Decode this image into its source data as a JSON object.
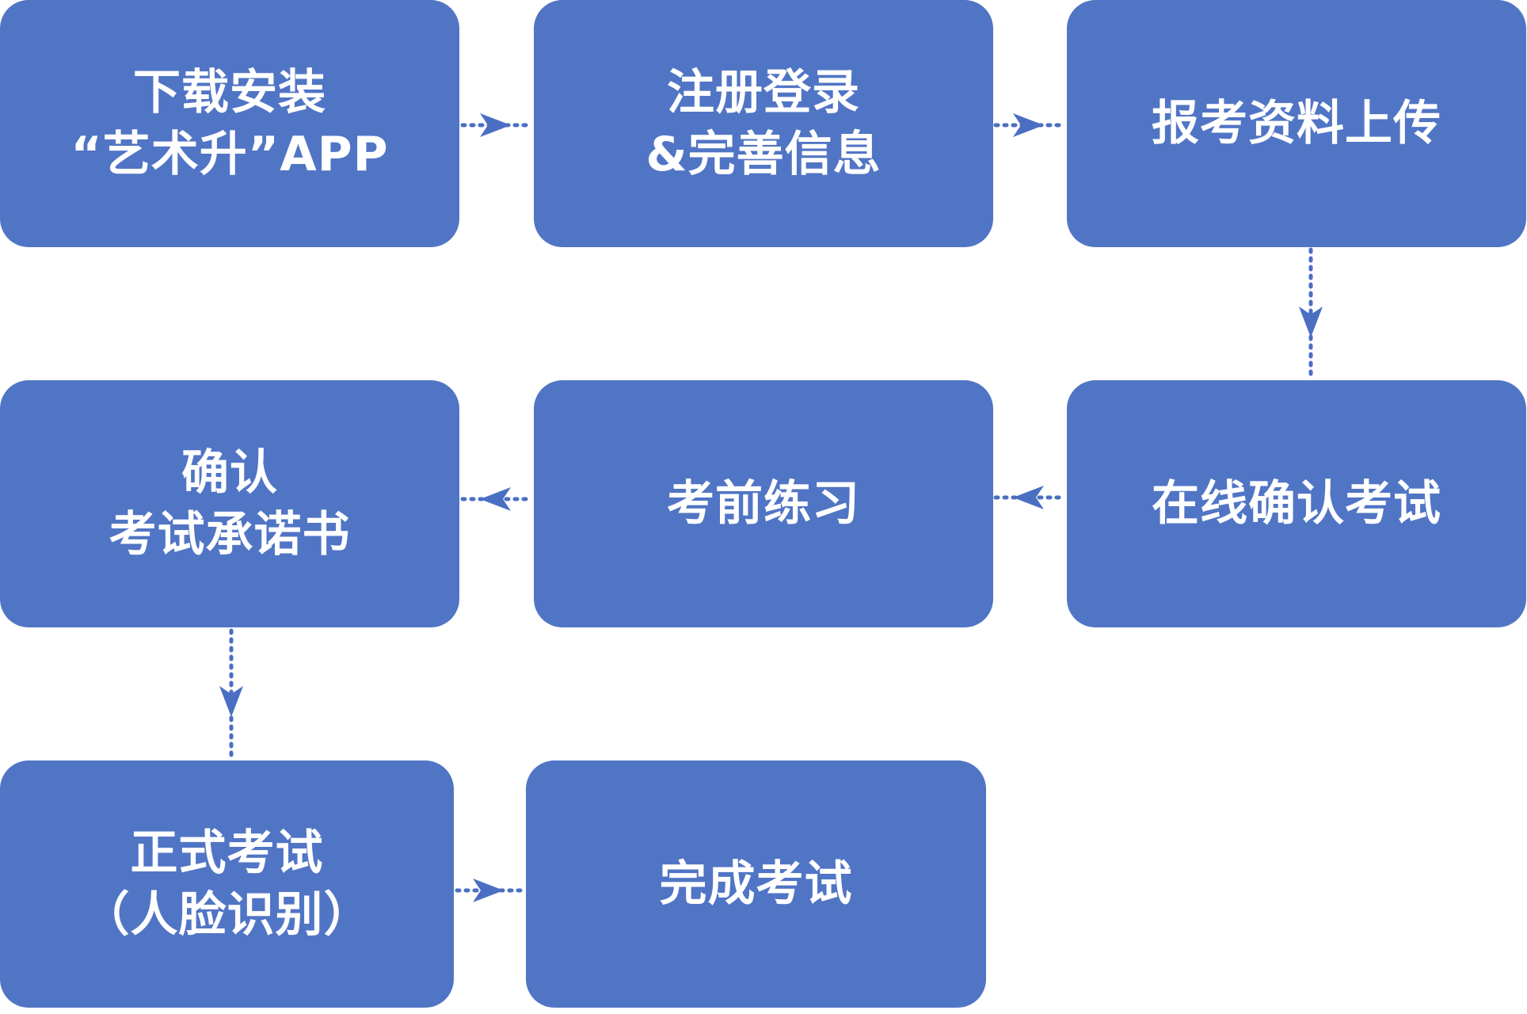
{
  "theme": {
    "box_color": "#5175C5",
    "text_color": "#FFFFFF",
    "connector_color": "#4A6FC2",
    "background": "#FFFFFF"
  },
  "steps": [
    {
      "id": "download",
      "lines": [
        "下载安装",
        "“艺术升”APP"
      ]
    },
    {
      "id": "register",
      "lines": [
        "注册登录",
        "&完善信息"
      ]
    },
    {
      "id": "upload",
      "lines": [
        "报考资料上传"
      ]
    },
    {
      "id": "confirm-online",
      "lines": [
        "在线确认考试"
      ]
    },
    {
      "id": "practice",
      "lines": [
        "考前练习"
      ]
    },
    {
      "id": "pledge",
      "lines": [
        "确认",
        "考试承诺书"
      ]
    },
    {
      "id": "formal-exam",
      "lines": [
        "正式考试",
        "（人脸识别）"
      ]
    },
    {
      "id": "complete",
      "lines": [
        "完成考试"
      ]
    }
  ],
  "connectors": [
    {
      "from": "download",
      "to": "register",
      "direction": "right"
    },
    {
      "from": "register",
      "to": "upload",
      "direction": "right"
    },
    {
      "from": "upload",
      "to": "confirm-online",
      "direction": "down"
    },
    {
      "from": "confirm-online",
      "to": "practice",
      "direction": "left"
    },
    {
      "from": "practice",
      "to": "pledge",
      "direction": "left"
    },
    {
      "from": "pledge",
      "to": "formal-exam",
      "direction": "down"
    },
    {
      "from": "formal-exam",
      "to": "complete",
      "direction": "right"
    }
  ]
}
